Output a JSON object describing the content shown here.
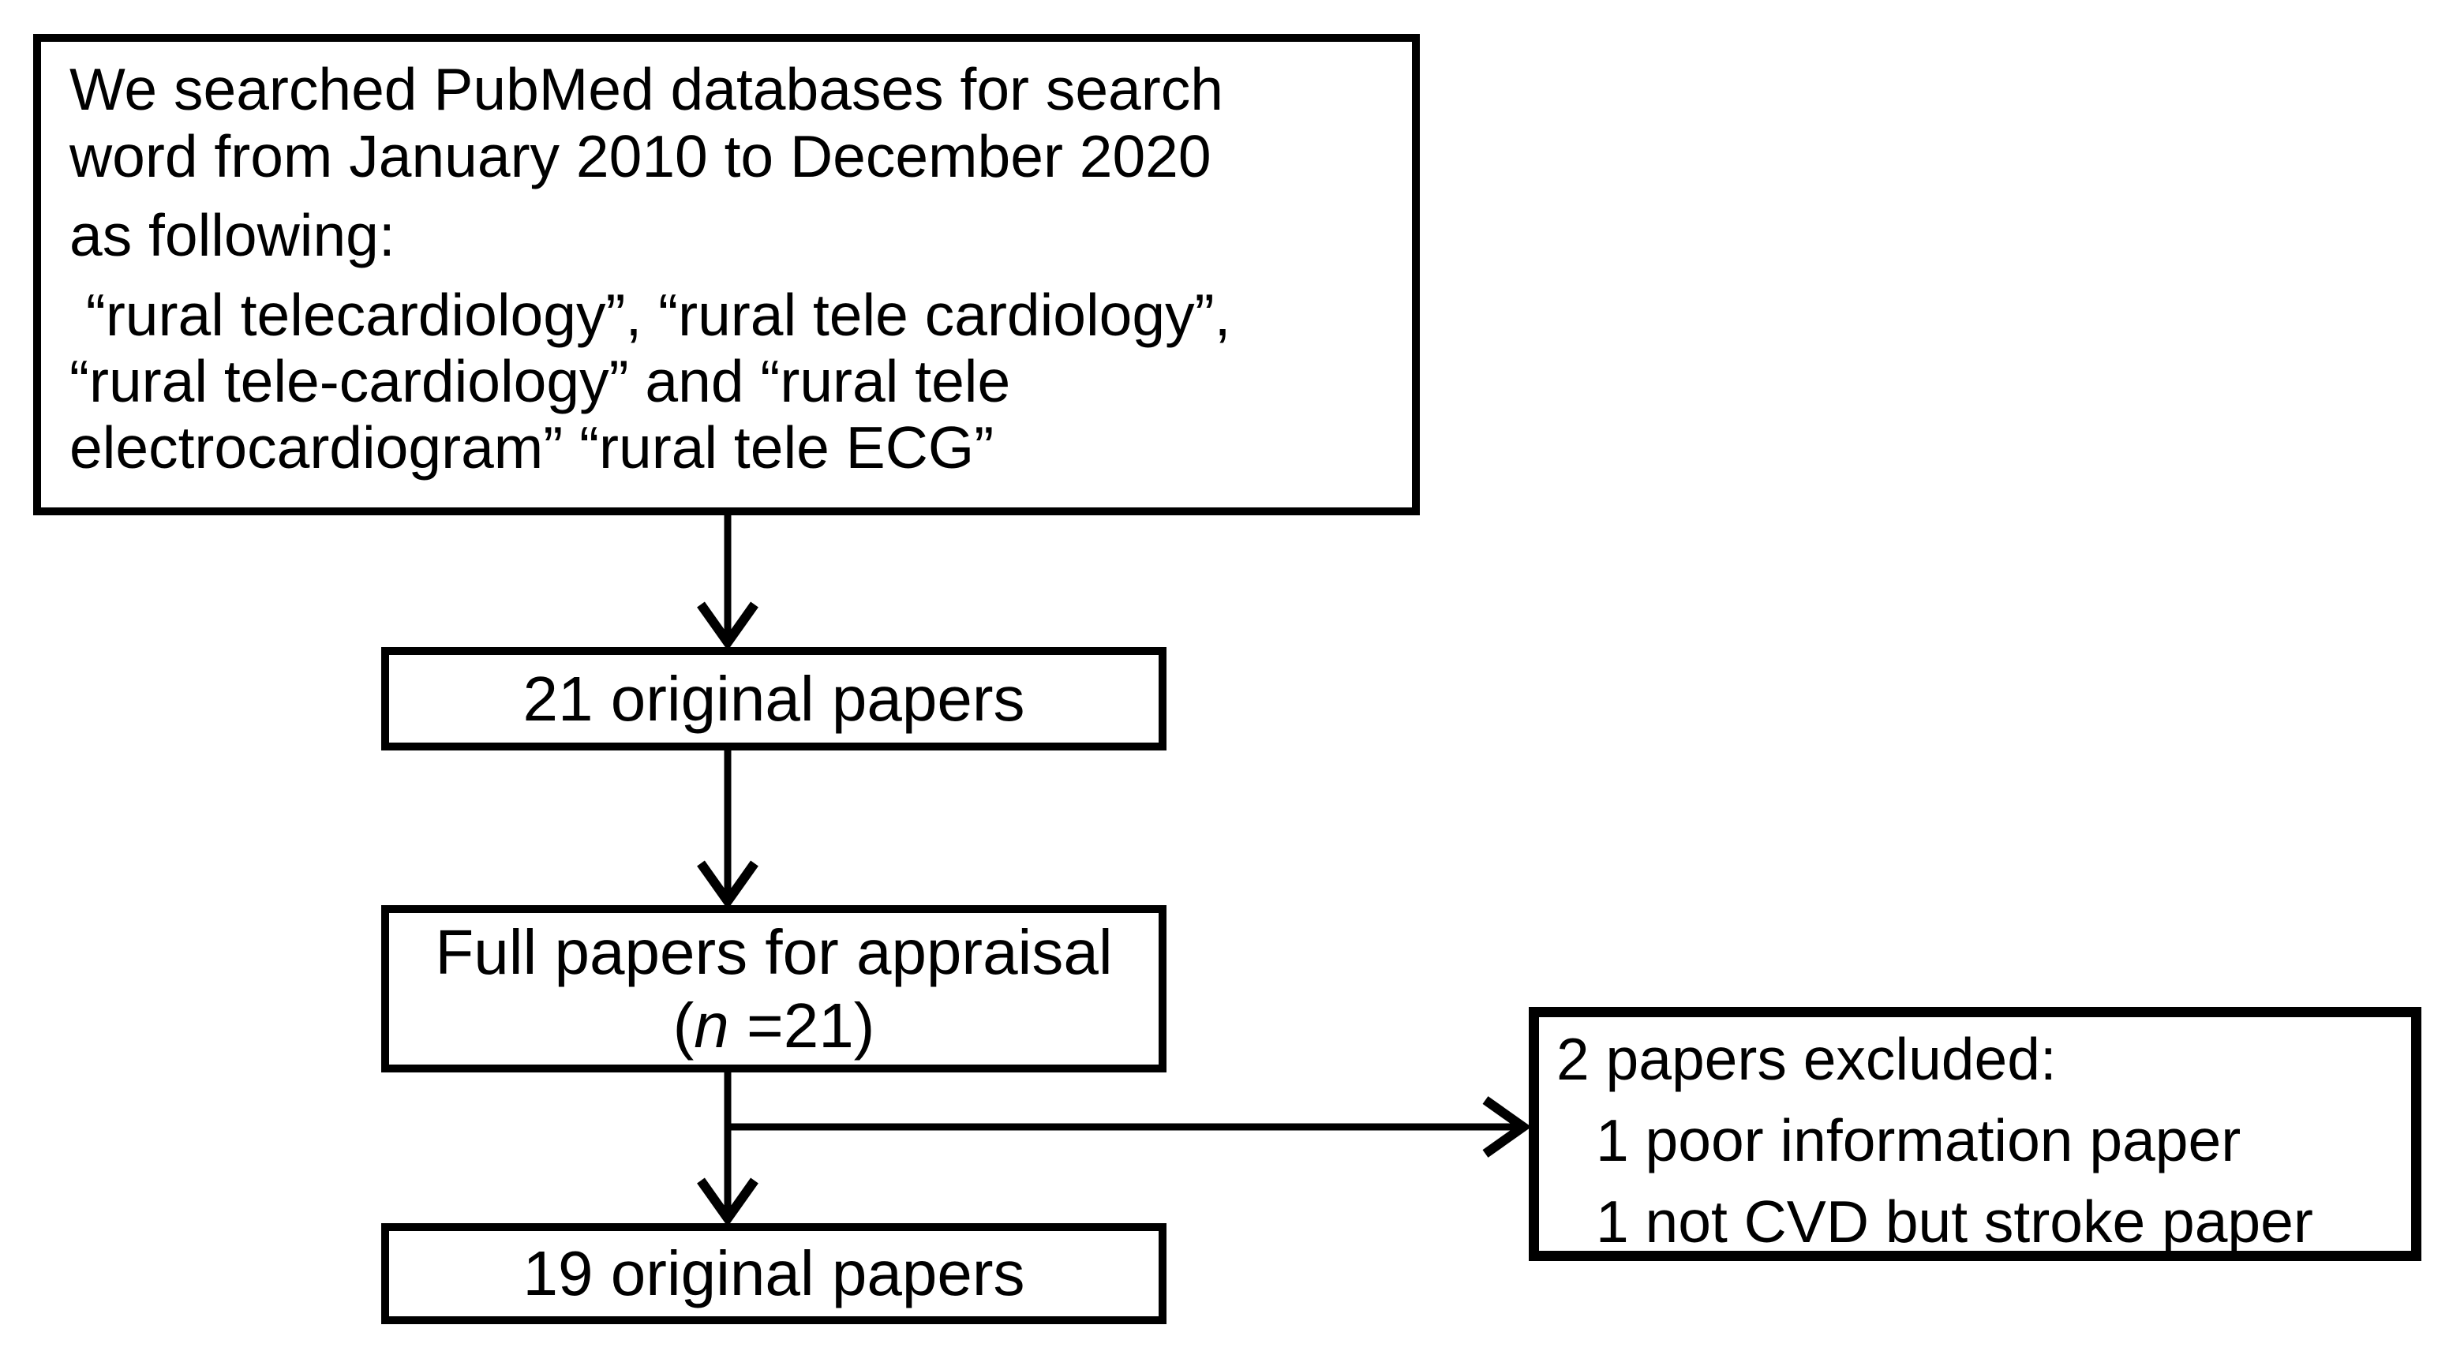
{
  "canvas": {
    "background": "#ffffff",
    "ink_color": "#000000"
  },
  "search_box": {
    "para1": [
      "We searched PubMed databases for search",
      "word from January 2010 to December 2020"
    ],
    "para2": "as following:",
    "para3": [
      " “rural telecardiology”, “rural tele cardiology”,",
      "“rural tele-cardiology” and “rural tele",
      "electrocardiogram” “rural tele ECG”"
    ]
  },
  "flow": {
    "box_21": "21 original papers",
    "box_full": {
      "line1": "Full papers for appraisal",
      "line2_open": "(",
      "line2_n": "n",
      "line2_rest": " =21)"
    },
    "box_19": "19 original papers"
  },
  "excluded_box": {
    "lines": [
      "2 papers excluded:",
      "1 poor information paper",
      "1 not CVD but stroke paper"
    ]
  }
}
